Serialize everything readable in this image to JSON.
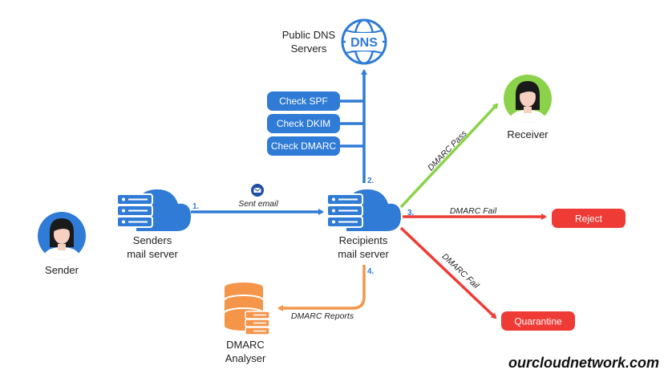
{
  "nodes": {
    "dns": "Public DNS\nServers",
    "dns_badge": "DNS",
    "receiver": "Receiver",
    "sender": "Sender",
    "senders_server": "Senders\nmail server",
    "recipients_server": "Recipients\nmail server",
    "analyser": "DMARC\nAnalyser"
  },
  "checks": [
    "Check SPF",
    "Check DKIM",
    "Check DMARC"
  ],
  "outcomes": {
    "reject": "Reject",
    "quarantine": "Quarantine"
  },
  "edges": {
    "sent_email": "Sent email",
    "dmarc_pass": "DMARC Pass",
    "dmarc_fail_1": "DMARC Fail",
    "dmarc_fail_2": "DMARC Fail",
    "dmarc_reports": "DMARC Reports"
  },
  "steps": [
    "1.",
    "2.",
    "3.",
    "4."
  ],
  "website": "ourcloudnetwork.com",
  "colors": {
    "blue": "#2f7bd6",
    "green": "#8bd24a",
    "red": "#ef3b36",
    "orange": "#f4954a"
  },
  "icons": {
    "person": "person-avatar-icon",
    "server": "server-cloud-icon",
    "globe": "dns-globe-icon",
    "mail": "envelope-icon",
    "database": "database-icon"
  }
}
